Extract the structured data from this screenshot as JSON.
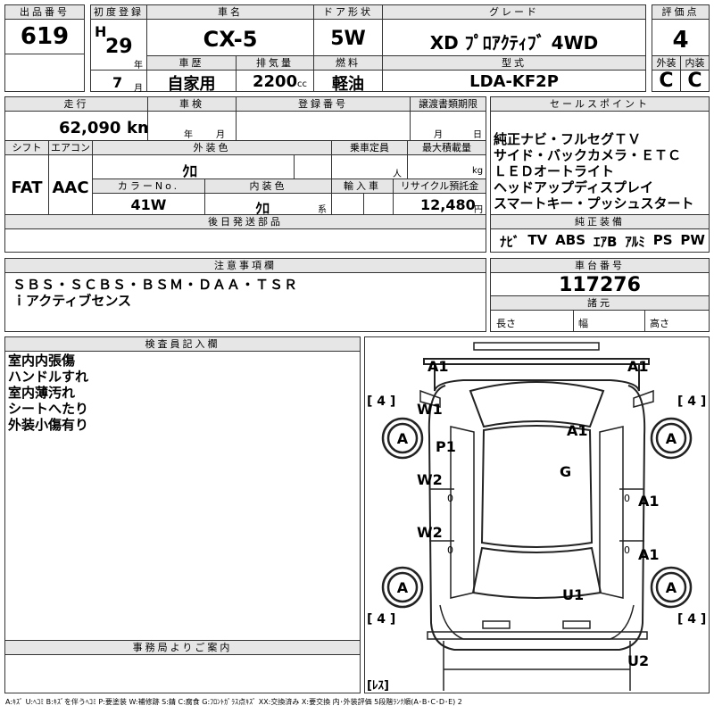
{
  "header": {
    "lot_no_label": "出品番号",
    "lot_no": "619",
    "first_reg_label": "初度登録",
    "era": "H",
    "year": "29",
    "year_unit": "年",
    "month": "7",
    "month_unit": "月",
    "car_name_label": "車名",
    "car_name": "CX-5",
    "door_label": "ドア形状",
    "door": "5W",
    "grade_label": "グレード",
    "grade": "XD ﾌﾟﾛｱｸﾃｨﾌﾞ 4WD",
    "score_label": "評価点",
    "score": "4",
    "history_label": "車歴",
    "history": "自家用",
    "displacement_label": "排気量",
    "displacement": "2200",
    "displacement_unit": "cc",
    "fuel_label": "燃料",
    "fuel": "軽油",
    "model_label": "型式",
    "model": "LDA-KF2P",
    "ext_label": "外装",
    "ext_grade": "C",
    "int_label": "内装",
    "int_grade": "C"
  },
  "details": {
    "mileage_label": "走行",
    "mileage": "62,090",
    "mileage_unit": "km",
    "inspection_label": "車検",
    "inspection_year_unit": "年",
    "inspection_month_unit": "月",
    "reg_no_label": "登録番号",
    "transfer_label": "譲渡書類期限",
    "transfer_month_unit": "月",
    "transfer_day_unit": "日",
    "shift_label": "シフト",
    "shift": "FAT",
    "ac_label": "エアコン",
    "ac": "AAC",
    "ext_color_label": "外装色",
    "ext_color": "ｸﾛ",
    "capacity_label": "乗車定員",
    "capacity_unit": "人",
    "load_label": "最大積載量",
    "load_unit": "kg",
    "color_no_label": "カラーNo.",
    "color_no": "41W",
    "int_color_label": "内装色",
    "int_color": "ｸﾛ",
    "int_color_unit": "系",
    "import_label": "輸入車",
    "recycle_label": "リサイクル預託金",
    "recycle": "12,480",
    "recycle_unit": "円",
    "later_parts_label": "後日発送部品"
  },
  "sales": {
    "label": "セールスポイント",
    "lines": [
      "純正ナビ・フルセグＴＶ",
      "サイド・バックカメラ・ＥＴＣ",
      "ＬＥＤオートライト",
      "ヘッドアップディスプレイ",
      "スマートキー・プッシュスタート"
    ]
  },
  "equipment": {
    "label": "純正装備",
    "items": [
      "ﾅﾋﾞ",
      "TV",
      "ABS",
      "ｴｱB",
      "ｱﾙﾐ",
      "PS",
      "PW"
    ]
  },
  "caution": {
    "label": "注意事項欄",
    "lines": [
      "ＳＢＳ・ＳＣＢＳ・ＢＳＭ・ＤＡＡ・ＴＳＲ",
      "ｉアクティブセンス"
    ]
  },
  "chassis": {
    "label": "車台番号",
    "number": "117276",
    "dims_label": "諸元",
    "length_label": "長さ",
    "width_label": "幅",
    "height_label": "高さ"
  },
  "inspector": {
    "label": "検査員記入欄",
    "lines": [
      "室内内張傷",
      "ハンドルすれ",
      "室内薄汚れ",
      "シートへたり",
      "外装小傷有り"
    ]
  },
  "office": {
    "label": "事務局よりご案内"
  },
  "legend": "A:ｷｽﾞ U:ﾍｺﾐ B:ｷｽﾞを伴うﾍｺﾐ P:要塗装 W:補修跡 S:錆 C:腐食 G:ﾌﾛﾝﾄｶﾞﾗｽ点ｷｽﾞ XX:交換済み X:要交換 内･外装評価 5段階ﾗﾝｸ順(A･B･C･D･E) 2",
  "diagram": {
    "tires": [
      {
        "label": "[ 4 ]"
      },
      {
        "label": "[ 4 ]"
      },
      {
        "label": "[ 4 ]"
      },
      {
        "label": "[ 4 ]"
      }
    ],
    "wheels": [
      "A",
      "A",
      "A",
      "A"
    ],
    "marks": [
      "A1",
      "A1",
      "W1",
      "P1",
      "A1",
      "G",
      "W2",
      "A1",
      "W2",
      "A1",
      "U1",
      "U2"
    ],
    "zeros": [
      "0",
      "0",
      "0",
      "0"
    ],
    "rear_label": "[ﾚｽ]"
  },
  "colors": {
    "header_bg": "#e6e6e6",
    "border": "#333333"
  }
}
